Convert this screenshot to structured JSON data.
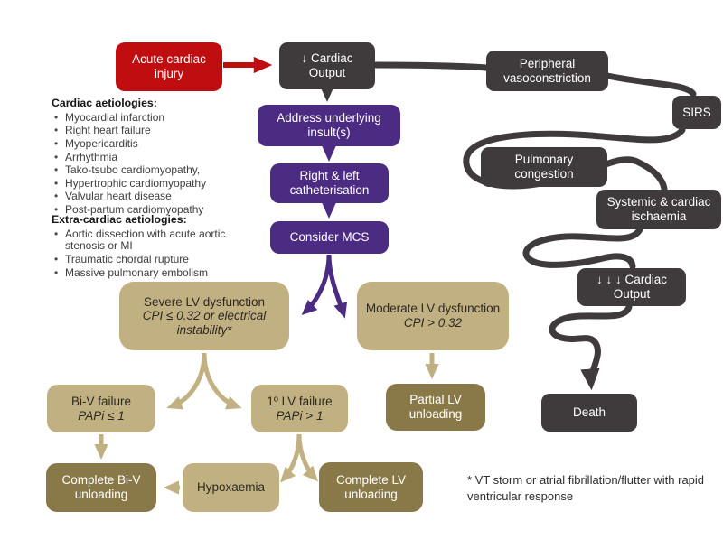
{
  "palette": {
    "injury_red": "#c00d10",
    "shock_dark": "#3f3b3c",
    "action_purple": "#4c2b82",
    "decision_tan": "#c1b082",
    "unloading_olive": "#8a7948"
  },
  "boxes": {
    "acute_cardiac_injury": "Acute cardiac injury",
    "cardiac_output_down": "↓ Cardiac Output",
    "peripheral_vasoconstriction": "Peripheral vasoconstriction",
    "sirs": "SIRS",
    "pulmonary_congestion": "Pulmonary congestion",
    "systemic_cardiac_ischaemia": "Systemic & cardiac ischaemia",
    "cardiac_output_down_severe": "↓ ↓ ↓ Cardiac Output",
    "death": "Death",
    "address_underlying_insults": "Address underlying insult(s)",
    "right_left_catheterisation": "Right & left catheterisation",
    "consider_mcs": "Consider MCS",
    "severe_lv_dysfunction": {
      "title": "Severe LV dysfunction",
      "subtitle": "CPI ≤ 0.32 or electrical instability*"
    },
    "moderate_lv_dysfunction": {
      "title": "Moderate LV dysfunction",
      "subtitle": "CPI > 0.32"
    },
    "partial_lv_unloading": "Partial LV unloading",
    "biv_failure": {
      "title": "Bi-V failure",
      "subtitle": "PAPi ≤ 1"
    },
    "primary_lv_failure": {
      "title": "1º LV failure",
      "subtitle": "PAPi > 1"
    },
    "complete_biv_unloading": "Complete Bi-V unloading",
    "hypoxaemia": "Hypoxaemia",
    "complete_lv_unloading": "Complete LV unloading"
  },
  "aetiologies": {
    "cardiac": {
      "heading": "Cardiac aetiologies:",
      "items": [
        "Myocardial infarction",
        "Right heart failure",
        "Myopericarditis",
        "Arrhythmia",
        "Tako-tsubo cardiomyopathy,",
        "Hypertrophic cardiomyopathy",
        "Valvular heart disease",
        "Post-partum cardiomyopathy"
      ]
    },
    "extra_cardiac": {
      "heading": "Extra-cardiac aetiologies:",
      "items": [
        "Aortic dissection with acute aortic stenosis or MI",
        "Traumatic chordal rupture",
        "Massive pulmonary embolism"
      ]
    }
  },
  "footnote": "* VT storm or atrial fibrillation/flutter with rapid ventricular response"
}
